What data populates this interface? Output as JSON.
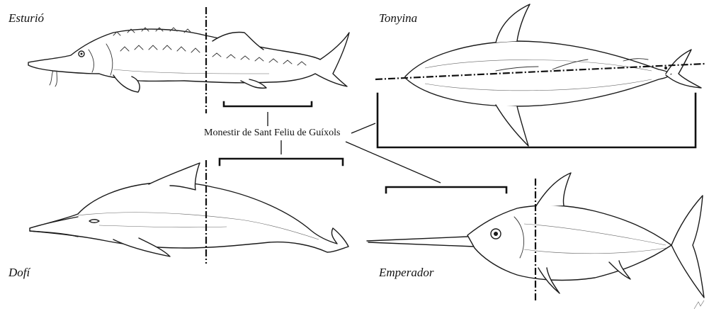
{
  "labels": {
    "sturgeon": "Esturió",
    "tuna": "Tonyina",
    "dolphin": "Dofí",
    "swordfish": "Emperador"
  },
  "center_label": "Monestir de Sant Feliu de Guíxols"
}
